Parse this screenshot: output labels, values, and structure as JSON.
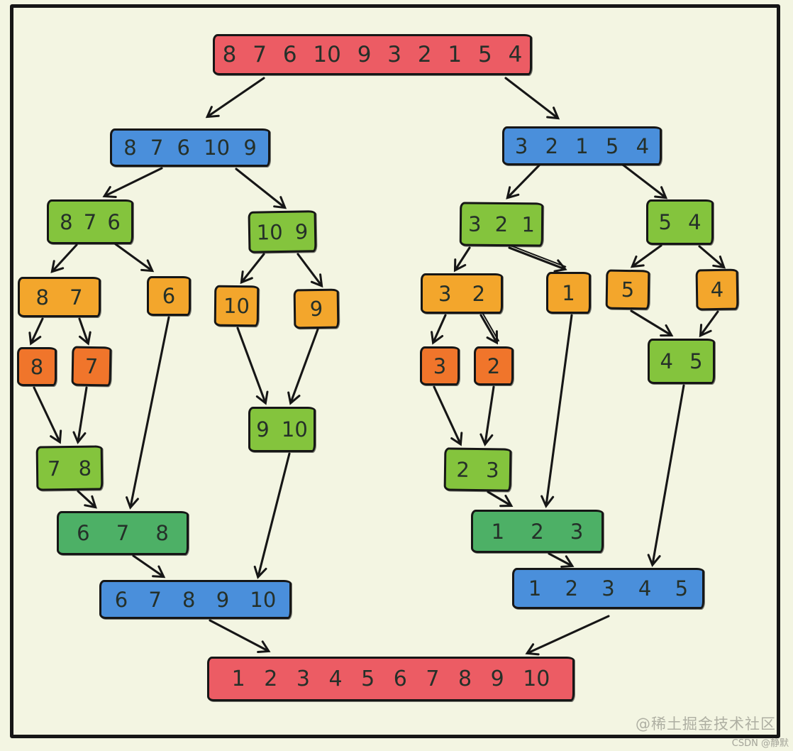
{
  "diagram": {
    "type": "merge-sort-visualization",
    "nodes": {
      "root": {
        "label": "8 7 6 10 9 3 2 1 5 4"
      },
      "left5": {
        "label": "8 7 6 10 9"
      },
      "right5": {
        "label": "3 2 1 5 4"
      },
      "l876": {
        "label": "8 7 6"
      },
      "l109": {
        "label": "10 9"
      },
      "r321": {
        "label": "3 2 1"
      },
      "r54": {
        "label": "5 4"
      },
      "l87": {
        "label": "8 7"
      },
      "l6": {
        "label": "6"
      },
      "l10": {
        "label": "10"
      },
      "l9": {
        "label": "9"
      },
      "r32": {
        "label": "3 2"
      },
      "r1": {
        "label": "1"
      },
      "r5": {
        "label": "5"
      },
      "r4": {
        "label": "4"
      },
      "l8s": {
        "label": "8"
      },
      "l7s": {
        "label": "7"
      },
      "r3s": {
        "label": "3"
      },
      "r2s": {
        "label": "2"
      },
      "m45": {
        "label": "4 5"
      },
      "m910": {
        "label": "9 10"
      },
      "m78": {
        "label": "7 8"
      },
      "m23": {
        "label": "2 3"
      },
      "m678": {
        "label": "6 7 8"
      },
      "m123": {
        "label": "1 2 3"
      },
      "m678910": {
        "label": "6 7 8 9 10"
      },
      "m12345": {
        "label": "1 2 3 4 5"
      },
      "final": {
        "label": "1 2 3 4 5 6 7 8 9 10"
      }
    },
    "edges": [
      {
        "from": "root",
        "to": "left5"
      },
      {
        "from": "root",
        "to": "right5"
      },
      {
        "from": "left5",
        "to": "l876"
      },
      {
        "from": "left5",
        "to": "l109"
      },
      {
        "from": "right5",
        "to": "r321"
      },
      {
        "from": "right5",
        "to": "r54"
      },
      {
        "from": "l876",
        "to": "l87"
      },
      {
        "from": "l876",
        "to": "l6"
      },
      {
        "from": "l109",
        "to": "l10"
      },
      {
        "from": "l109",
        "to": "l9"
      },
      {
        "from": "l87",
        "to": "l8s"
      },
      {
        "from": "l87",
        "to": "l7s"
      },
      {
        "from": "l8s",
        "to": "m78"
      },
      {
        "from": "l7s",
        "to": "m78"
      },
      {
        "from": "l6",
        "to": "m678"
      },
      {
        "from": "m78",
        "to": "m678"
      },
      {
        "from": "m678",
        "to": "m678910"
      },
      {
        "from": "m910",
        "to": "m678910"
      },
      {
        "from": "l10",
        "to": "m910"
      },
      {
        "from": "l9",
        "to": "m910"
      },
      {
        "from": "m678910",
        "to": "final"
      },
      {
        "from": "r321",
        "to": "r32"
      },
      {
        "from": "r321",
        "to": "r1"
      },
      {
        "from": "r54",
        "to": "r5"
      },
      {
        "from": "r54",
        "to": "r4"
      },
      {
        "from": "r32",
        "to": "r3s"
      },
      {
        "from": "r32",
        "to": "r2s"
      },
      {
        "from": "r3s",
        "to": "m23"
      },
      {
        "from": "r2s",
        "to": "m23"
      },
      {
        "from": "r5",
        "to": "m45"
      },
      {
        "from": "r4",
        "to": "m45"
      },
      {
        "from": "m23",
        "to": "m123"
      },
      {
        "from": "r1",
        "to": "m123"
      },
      {
        "from": "m123",
        "to": "m12345"
      },
      {
        "from": "m45",
        "to": "m12345"
      },
      {
        "from": "m12345",
        "to": "final"
      }
    ],
    "colors": {
      "background": "#f3f5e2",
      "frame": "#161616",
      "red": "#ec5c64",
      "blue": "#4a8fdb",
      "green": "#84c43d",
      "dark_green": "#4db066",
      "orange": "#f3a62c",
      "dark_orange": "#f0752b",
      "ink": "#253029"
    },
    "watermarks": {
      "juejin": "@稀土掘金技术社区",
      "csdn": "CSDN @静默"
    }
  }
}
